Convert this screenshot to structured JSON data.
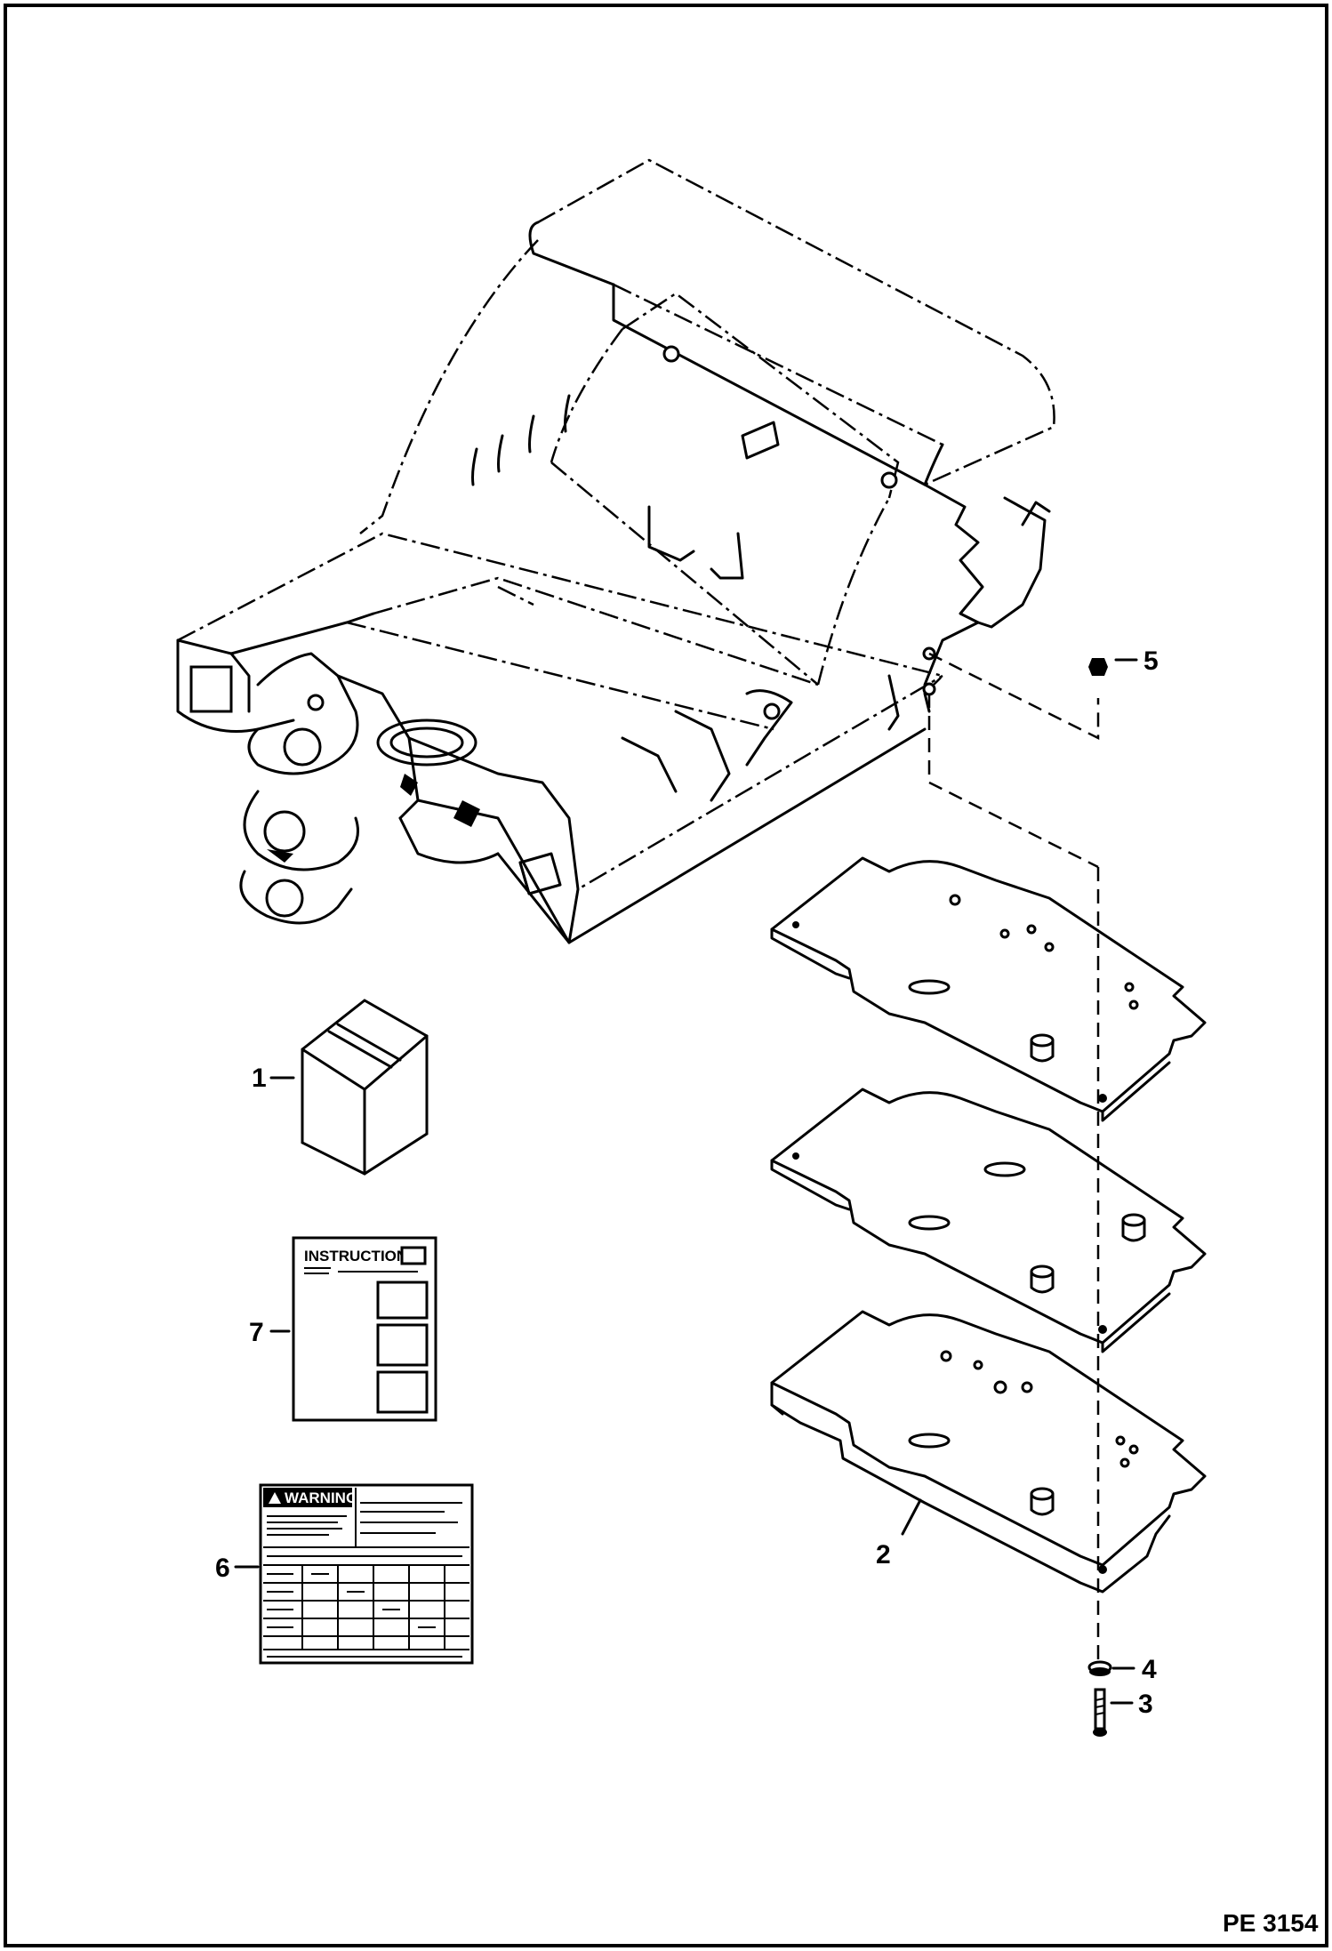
{
  "figure_id": "PE 3154",
  "callouts": [
    "1",
    "2",
    "3",
    "4",
    "5",
    "6",
    "7"
  ],
  "decal_instructions": {
    "heading": "INSTRUCTIONS"
  },
  "decal_warning": {
    "heading": "WARNING"
  }
}
